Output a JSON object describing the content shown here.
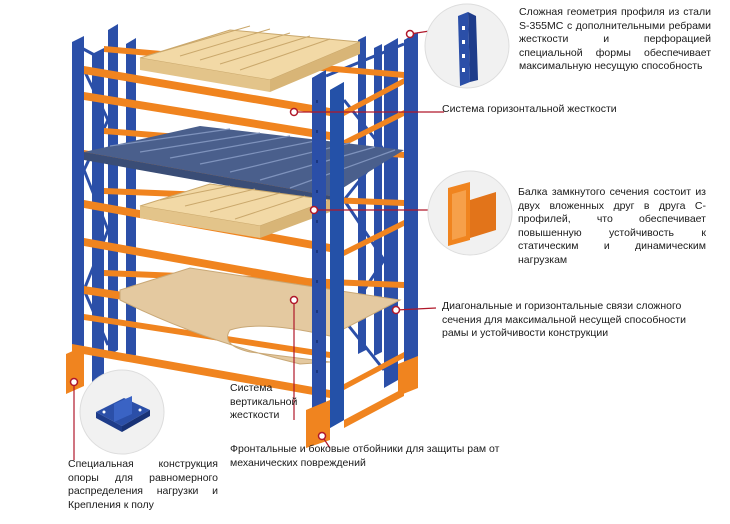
{
  "callouts": {
    "profile": "Сложная геометрия профиля из стали S-355MC с дополнительными ребрами жесткости и перфорацией специальной формы обеспечивает максимальную несущую способность",
    "horizontal_bracing": "Система горизонтальной жесткости",
    "beam": "Балка замкнутого сечения состоит из двух вложенных друг в друга С-профилей, что обеспечивает повышенную устойчивость к статическим и динамическим нагрузкам",
    "diagonal_bracing": "Диагональные и горизонтальные связи сложного сечения для максимальной несущей способности рамы и устойчивости конструкции",
    "vertical_bracing": "Система вертикальной жесткости",
    "guards": "Фронтальные и боковые отбойники для защиты рам от механических повреждений",
    "footplate": "Специальная конструкция опоры для равномерного распределения нагрузки и Крепления к полу"
  },
  "colors": {
    "upright_blue": "#2b4fa8",
    "beam_orange": "#f0841f",
    "pallet_wood": "#f2d9a6",
    "deck_blue": "#4a5f8c",
    "board": "#e4c9a0",
    "callout_red": "#b0182a"
  }
}
